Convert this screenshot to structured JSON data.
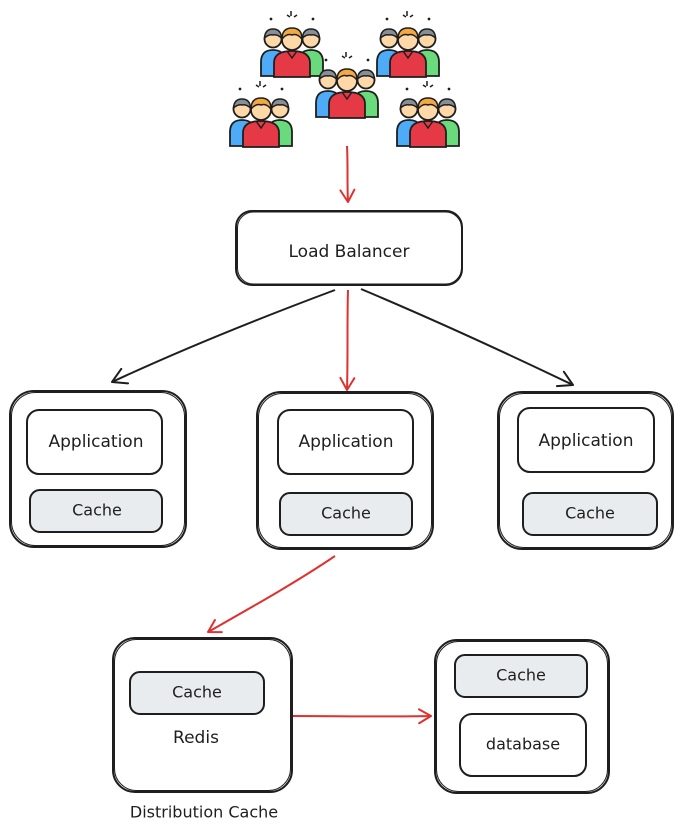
{
  "labels": {
    "load_balancer": "Load Balancer",
    "application": "Application",
    "cache": "Cache",
    "redis": "Redis",
    "distribution_cache": "Distribution Cache",
    "database": "database"
  },
  "nodes": {
    "servers": [
      {
        "app_label": "Application",
        "cache_label": "Cache"
      },
      {
        "app_label": "Application",
        "cache_label": "Cache"
      },
      {
        "app_label": "Application",
        "cache_label": "Cache"
      }
    ]
  },
  "edges": [
    {
      "from": "users",
      "to": "load-balancer",
      "color": "#e03131"
    },
    {
      "from": "load-balancer",
      "to": "server-1",
      "color": "#1e1e1e"
    },
    {
      "from": "load-balancer",
      "to": "server-2",
      "color": "#e03131"
    },
    {
      "from": "load-balancer",
      "to": "server-3",
      "color": "#1e1e1e"
    },
    {
      "from": "server-2",
      "to": "distribution-cache",
      "color": "#e03131"
    },
    {
      "from": "distribution-cache",
      "to": "database-node",
      "color": "#e03131"
    }
  ],
  "colors": {
    "stroke": "#1e1e1e",
    "accent_arrow": "#e03131",
    "cache_fill": "#e9ecef",
    "user_shirt": "#e63946",
    "user_side_left": "#4dabf7",
    "user_side_right": "#69db7c",
    "user_hair": "#868e96",
    "user_hair_center": "#f4a940",
    "user_skin": "#ffd8a8"
  },
  "icons": {
    "users": "people-group-icon"
  }
}
